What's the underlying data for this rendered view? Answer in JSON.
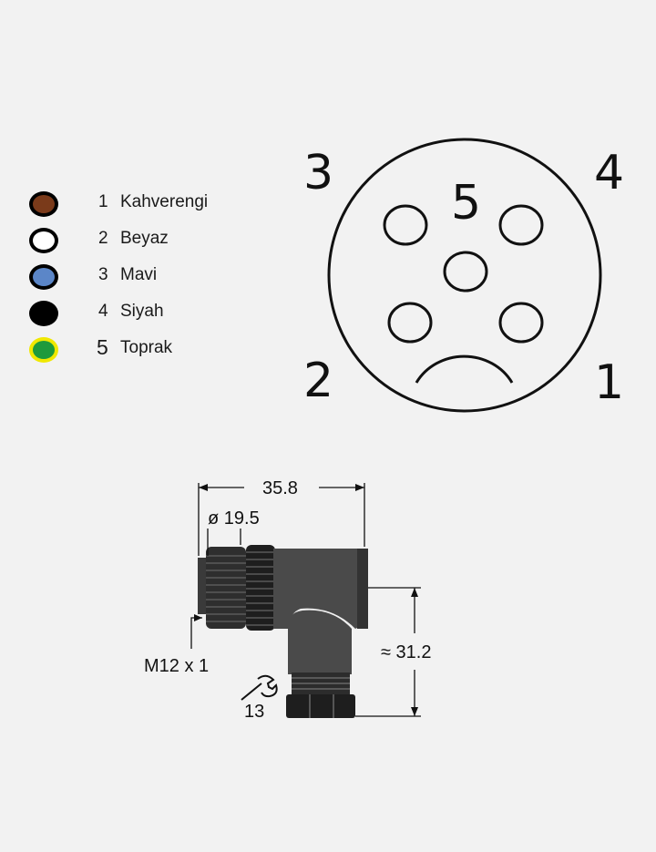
{
  "legend": [
    {
      "num": "1",
      "label": "Kahverengi",
      "color": "#7a3a1a"
    },
    {
      "num": "2",
      "label": "Beyaz",
      "color": "#ffffff"
    },
    {
      "num": "3",
      "label": "Mavi",
      "color": "#5b86c8"
    },
    {
      "num": "4",
      "label": "Siyah",
      "color": "#000000"
    },
    {
      "num": "5",
      "label": "Toprak",
      "color": "#1e9a3c",
      "ring_color": "#f0e800"
    }
  ],
  "pinout": {
    "pins": [
      "1",
      "2",
      "3",
      "4",
      "5"
    ]
  },
  "dimensions": {
    "length": "35.8",
    "diameter": "ø 19.5",
    "thread": "M12 x 1",
    "height": "≈ 31.2",
    "wrench": "13"
  }
}
